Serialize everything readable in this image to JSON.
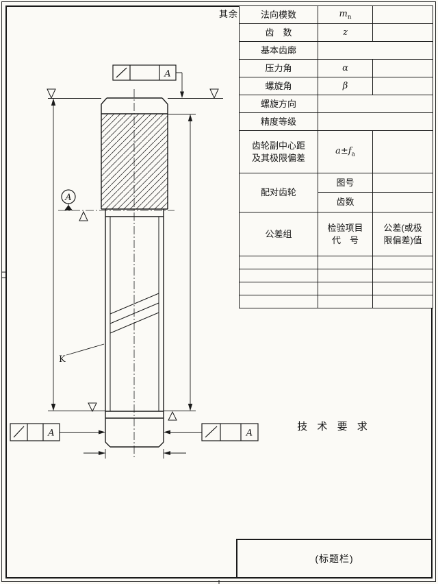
{
  "sheet": {
    "surface_note": "其余",
    "tech_requirements": "技 术 要 求",
    "title_block": "(标题栏)"
  },
  "drawing": {
    "datum_letter": "A",
    "k_label": "K"
  },
  "table": {
    "r1_label": "法向模数",
    "r1_sym_base": "m",
    "r1_sym_sub": "n",
    "r2_label": "齿　数",
    "r2_sym": "z",
    "r3_label": "基本齿廓",
    "r4_label": "压力角",
    "r4_sym": "α",
    "r5_label": "螺旋角",
    "r5_sym": "β",
    "r6_label": "螺旋方向",
    "r7_label": "精度等级",
    "r8_label_line1": "齿轮副中心距",
    "r8_label_line2": "及其极限偏差",
    "r8_sym_base": "a±f",
    "r8_sym_sub": "a",
    "r9_label": "配对齿轮",
    "r9_cell1": "图号",
    "r10_cell1": "齿数",
    "r11_label": "公差组",
    "r11_col2_line1": "检验项目",
    "r11_col2_line2": "代　号",
    "r11_col3_line1": "公差(或极",
    "r11_col3_line2": "限偏差)值"
  }
}
